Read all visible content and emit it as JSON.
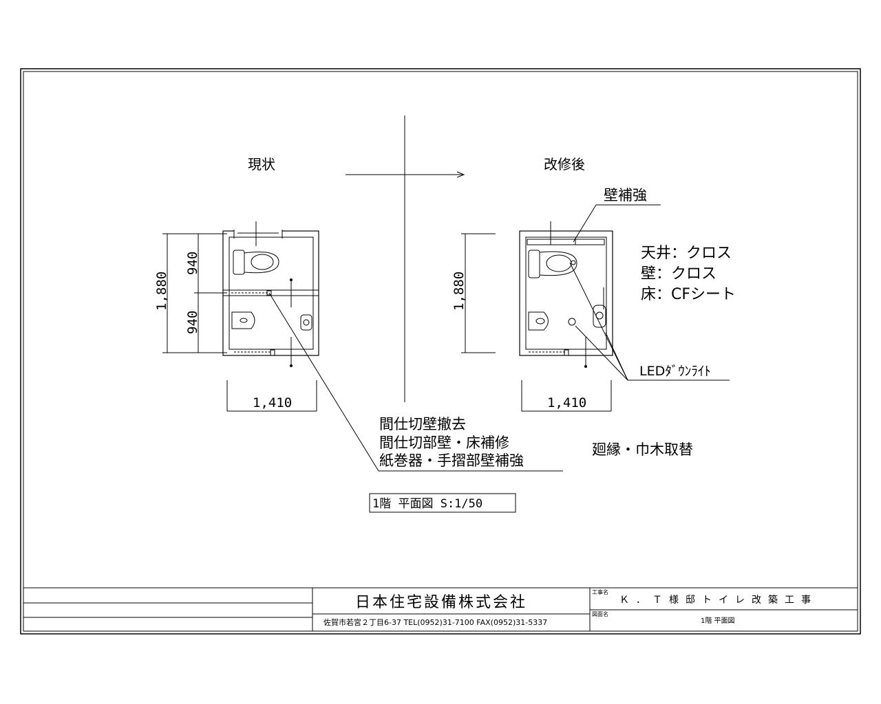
{
  "drawing": {
    "labels": {
      "before": "現状",
      "after": "改修後",
      "wall_reinforcement": "壁補強",
      "led_downlight": "LEDﾀﾞｳﾝﾗｲﾄ",
      "baseboard": "廻縁・巾木取替",
      "partition_notes": [
        "間仕切壁撤去",
        "間仕切部壁・床補修",
        "紙巻器・手摺部壁補強"
      ]
    },
    "finishes": [
      "天井：クロス",
      "壁：クロス",
      "床：CFシート"
    ],
    "dimensions": {
      "before_total": "1,880",
      "before_upper": "940",
      "before_lower": "940",
      "before_width": "1,410",
      "after_total": "1,880",
      "after_width": "1,410"
    },
    "drawing_title": "1階  平面図 S:1/50"
  },
  "title_block": {
    "company": "日本住宅設備株式会社",
    "address": "佐賀市若宮２丁目6-37  TEL(0952)31-7100 FAX(0952)31-5337",
    "project_label": "工事名",
    "project_name": "Ｋ．Ｔ様邸トイレ改築工事",
    "drawing_label": "図面名",
    "drawing_name": "1階  平面図"
  }
}
